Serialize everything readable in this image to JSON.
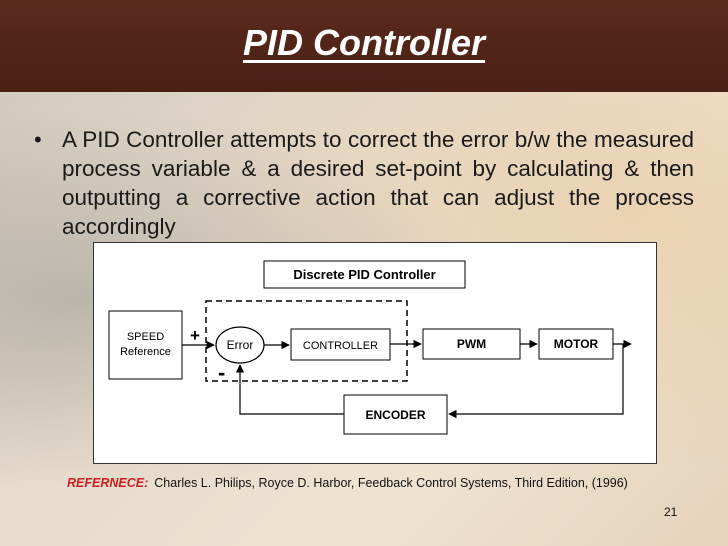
{
  "slide": {
    "title": "PID Controller",
    "bullet": "A PID Controller attempts to correct the error b/w the measured process variable & a desired set-point by calculating & then outputting a corrective action that can adjust the process accordingly",
    "reference_label": "REFERNECE:",
    "reference_text": "Charles L. Philips, Royce D. Harbor, Feedback Control Systems, Third Edition, (1996)",
    "page_number": "21"
  },
  "diagram": {
    "group_label": "Discrete PID Controller",
    "speed_line1": "SPEED",
    "speed_line2": "Reference",
    "plus_sign": "+",
    "minus_sign": "-",
    "error_label": "Error",
    "controller_label": "CONTROLLER",
    "pwm_label": "PWM",
    "motor_label": "MOTOR",
    "encoder_label": "ENCODER"
  }
}
